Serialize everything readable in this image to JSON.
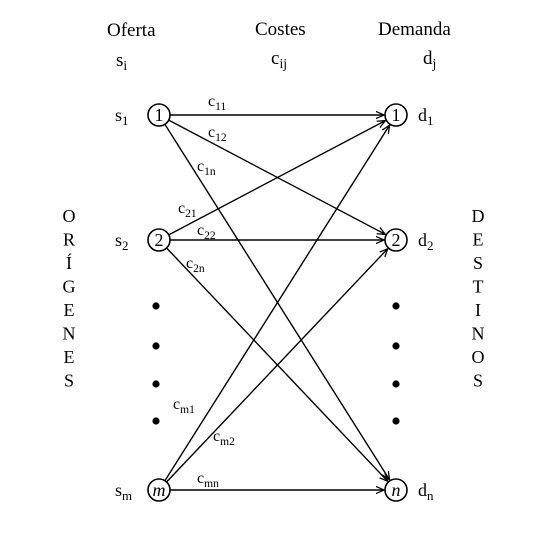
{
  "headers": {
    "supply": "Oferta",
    "cost": "Costes",
    "demand": "Demanda",
    "supply_symbol": {
      "base": "s",
      "sub": "i"
    },
    "cost_symbol": {
      "base": "c",
      "sub": "ij"
    },
    "demand_symbol": {
      "base": "d",
      "sub": "j"
    }
  },
  "origins_label": "ORÍGENES",
  "destinations_label": "DESTINOS",
  "origins": [
    {
      "id": "1",
      "label": "1",
      "italic": false,
      "supply": {
        "base": "s",
        "sub": "1"
      }
    },
    {
      "id": "2",
      "label": "2",
      "italic": false,
      "supply": {
        "base": "s",
        "sub": "2"
      }
    },
    {
      "id": "m",
      "label": "m",
      "italic": true,
      "supply": {
        "base": "s",
        "sub": "m"
      }
    }
  ],
  "destinations": [
    {
      "id": "1",
      "label": "1",
      "italic": false,
      "demand": {
        "base": "d",
        "sub": "1"
      }
    },
    {
      "id": "2",
      "label": "2",
      "italic": false,
      "demand": {
        "base": "d",
        "sub": "2"
      }
    },
    {
      "id": "n",
      "label": "n",
      "italic": true,
      "demand": {
        "base": "d",
        "sub": "n"
      }
    }
  ],
  "edges": [
    {
      "from": "1",
      "to": "1",
      "cost": {
        "base": "c",
        "sub": "11"
      }
    },
    {
      "from": "1",
      "to": "2",
      "cost": {
        "base": "c",
        "sub": "12"
      }
    },
    {
      "from": "1",
      "to": "n",
      "cost": {
        "base": "c",
        "sub": "1n"
      }
    },
    {
      "from": "2",
      "to": "1",
      "cost": {
        "base": "c",
        "sub": "21"
      }
    },
    {
      "from": "2",
      "to": "2",
      "cost": {
        "base": "c",
        "sub": "22"
      }
    },
    {
      "from": "2",
      "to": "n",
      "cost": {
        "base": "c",
        "sub": "2n"
      }
    },
    {
      "from": "m",
      "to": "1",
      "cost": {
        "base": "c",
        "sub": "m1"
      }
    },
    {
      "from": "m",
      "to": "2",
      "cost": {
        "base": "c",
        "sub": "m2"
      }
    },
    {
      "from": "m",
      "to": "n",
      "cost": {
        "base": "c",
        "sub": "mn"
      }
    }
  ]
}
